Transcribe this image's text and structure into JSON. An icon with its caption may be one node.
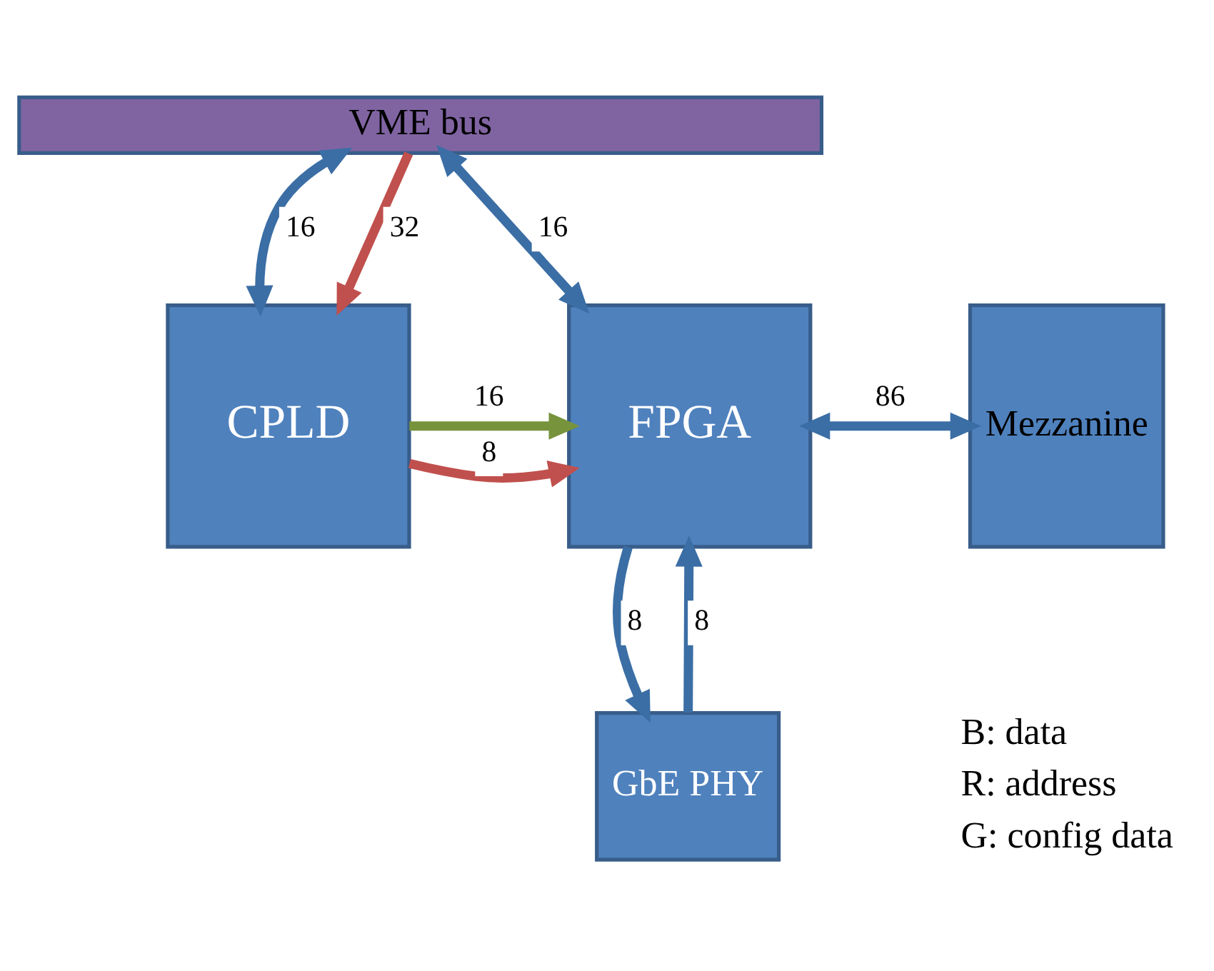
{
  "diagram": {
    "nodes": [
      {
        "text": [
          "VME bus"
        ]
      },
      {
        "text": [
          "CPLD"
        ]
      },
      {
        "text": [
          "FPGA"
        ]
      },
      {
        "text": [
          "Mezzanine"
        ]
      },
      {
        "text": [
          "GbE PHY"
        ]
      }
    ],
    "edges": [
      {
        "from": 0,
        "to": 1,
        "arrow": "both",
        "label": "16"
      },
      {
        "from": 0,
        "to": 1,
        "arrow": "to",
        "label": "32",
        "color": "#c0504d"
      },
      {
        "from": 0,
        "to": 2,
        "arrow": "both",
        "label": "16"
      },
      {
        "from": 1,
        "to": 2,
        "arrow": "to",
        "label": "8",
        "color": "#c0504d"
      },
      {
        "from": 1,
        "to": 2,
        "arrow": "to",
        "label": "16",
        "color": "#77933c"
      },
      {
        "from": 2,
        "to": 3,
        "arrow": "both",
        "label": "86"
      },
      {
        "from": 2,
        "to": 4,
        "arrow": "to",
        "label": "8"
      },
      {
        "from": 4,
        "to": 2,
        "arrow": "to",
        "label": "8"
      }
    ],
    "labels": [
      "B: data",
      "R: address",
      "G: config data"
    ]
  }
}
